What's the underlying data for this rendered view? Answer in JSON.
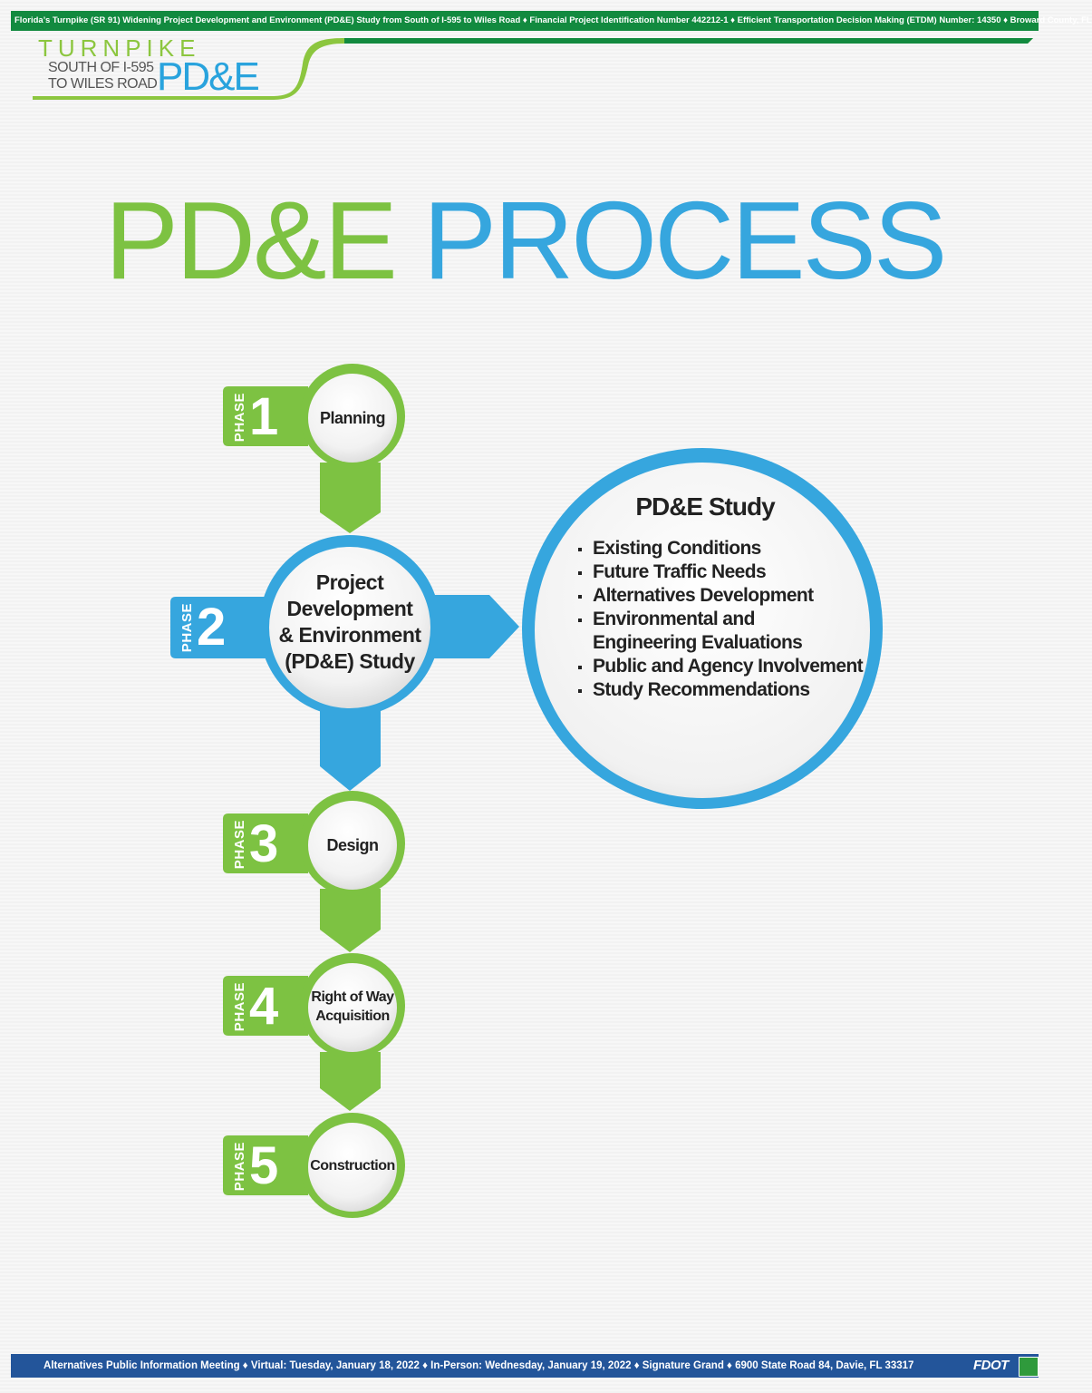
{
  "header": {
    "banner_text": "Florida’s Turnpike (SR 91) Widening Project Development and Environment (PD&E) Study from South of I-595 to Wiles Road  ♦  Financial Project Identification Number 442212-1  ♦  Efficient Transportation Decision Making (ETDM) Number: 14350  ♦  Broward County, FL"
  },
  "logo": {
    "turnpike": "TURNPIKE",
    "line1": "SOUTH OF I-595",
    "line2": "TO WILES ROAD",
    "pde": "PD&E"
  },
  "title": {
    "part1": "PD&E",
    "part2": "PROCESS"
  },
  "phase_word": "PHASE",
  "phases": [
    {
      "number": "1",
      "label": "Planning"
    },
    {
      "number": "2",
      "label_lines": [
        "Project",
        "Development",
        "& Environment",
        "(PD&E) Study"
      ]
    },
    {
      "number": "3",
      "label": "Design"
    },
    {
      "number": "4",
      "label_lines": [
        "Right of Way",
        "Acquisition"
      ]
    },
    {
      "number": "5",
      "label": "Construction"
    }
  ],
  "study": {
    "title": "PD&E Study",
    "items": [
      "Existing Conditions",
      "Future Traffic Needs",
      "Alternatives Development",
      "Environmental and Engineering Evaluations",
      "Public and Agency Involvement",
      "Study Recommendations"
    ]
  },
  "footer": {
    "text": "Alternatives Public Information Meeting  ♦  Virtual: Tuesday, January 18, 2022  ♦  In-Person: Wednesday, January 19, 2022  ♦  Signature Grand  ♦  6900 State Road 84, Davie, FL 33317",
    "agency": "FDOT"
  },
  "colors": {
    "green": "#7dc242",
    "blue": "#36a6de",
    "dark_green": "#128a3f",
    "navy": "#23559a"
  }
}
